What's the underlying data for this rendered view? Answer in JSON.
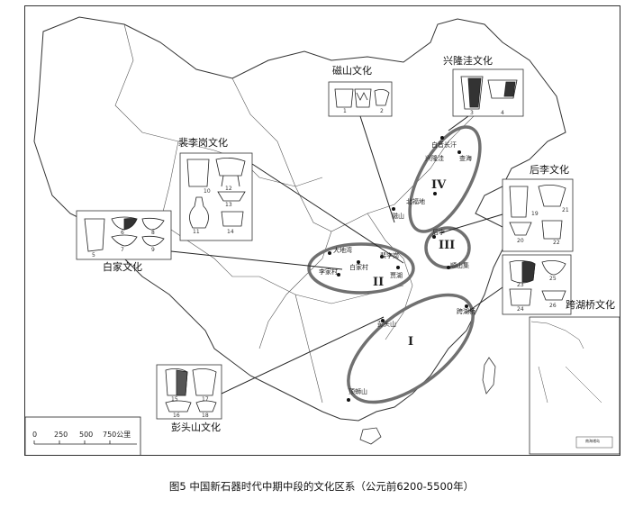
{
  "caption": "图5 中国新石器时代中期中段的文化区系（公元前6200-5500年）",
  "cultures": {
    "cishan": "磁山文化",
    "xinglongwa": "兴隆洼文化",
    "peiligang": "裴李岗文化",
    "houli": "后李文化",
    "baijia": "白家文化",
    "kuahuqiao": "跨湖桥文化",
    "pengtoushan": "彭头山文化"
  },
  "zones": {
    "I": "I",
    "II": "II",
    "III": "III",
    "IV": "IV"
  },
  "sites": {
    "baiyinchangcheng": "白音长汗",
    "xinglongwa": "兴隆洼",
    "chahai": "查海",
    "beifudi": "北福地",
    "cishan": "磁山",
    "houli": "后李",
    "shunshanji": "顺山集",
    "kuahuqiao": "跨湖桥",
    "dadiwan": "大地湾",
    "lijiacun": "李家村",
    "baijiacun": "白家村",
    "peiligang": "裴李岗",
    "jiahu": "贾湖",
    "pengtoushan": "彭头山",
    "dingshishan": "顶蛳山"
  },
  "box_numbers": {
    "cishan": [
      "1",
      "2"
    ],
    "xinglongwa": [
      "3",
      "4"
    ],
    "peiligang": [
      "10",
      "12",
      "13",
      "11",
      "14"
    ],
    "houli": [
      "19",
      "21",
      "20",
      "22"
    ],
    "baijia": [
      "5",
      "6",
      "8",
      "7",
      "9"
    ],
    "kuahuqiao": [
      "23",
      "25",
      "24",
      "26"
    ],
    "pengtoushan": [
      "15",
      "17",
      "16",
      "18"
    ]
  },
  "scale": {
    "ticks": [
      "0",
      "250",
      "500",
      "750公里"
    ]
  },
  "inset": {
    "label": "南海诸岛"
  },
  "colors": {
    "ellipse": "#707070",
    "line": "#222222",
    "border": "#333333"
  }
}
